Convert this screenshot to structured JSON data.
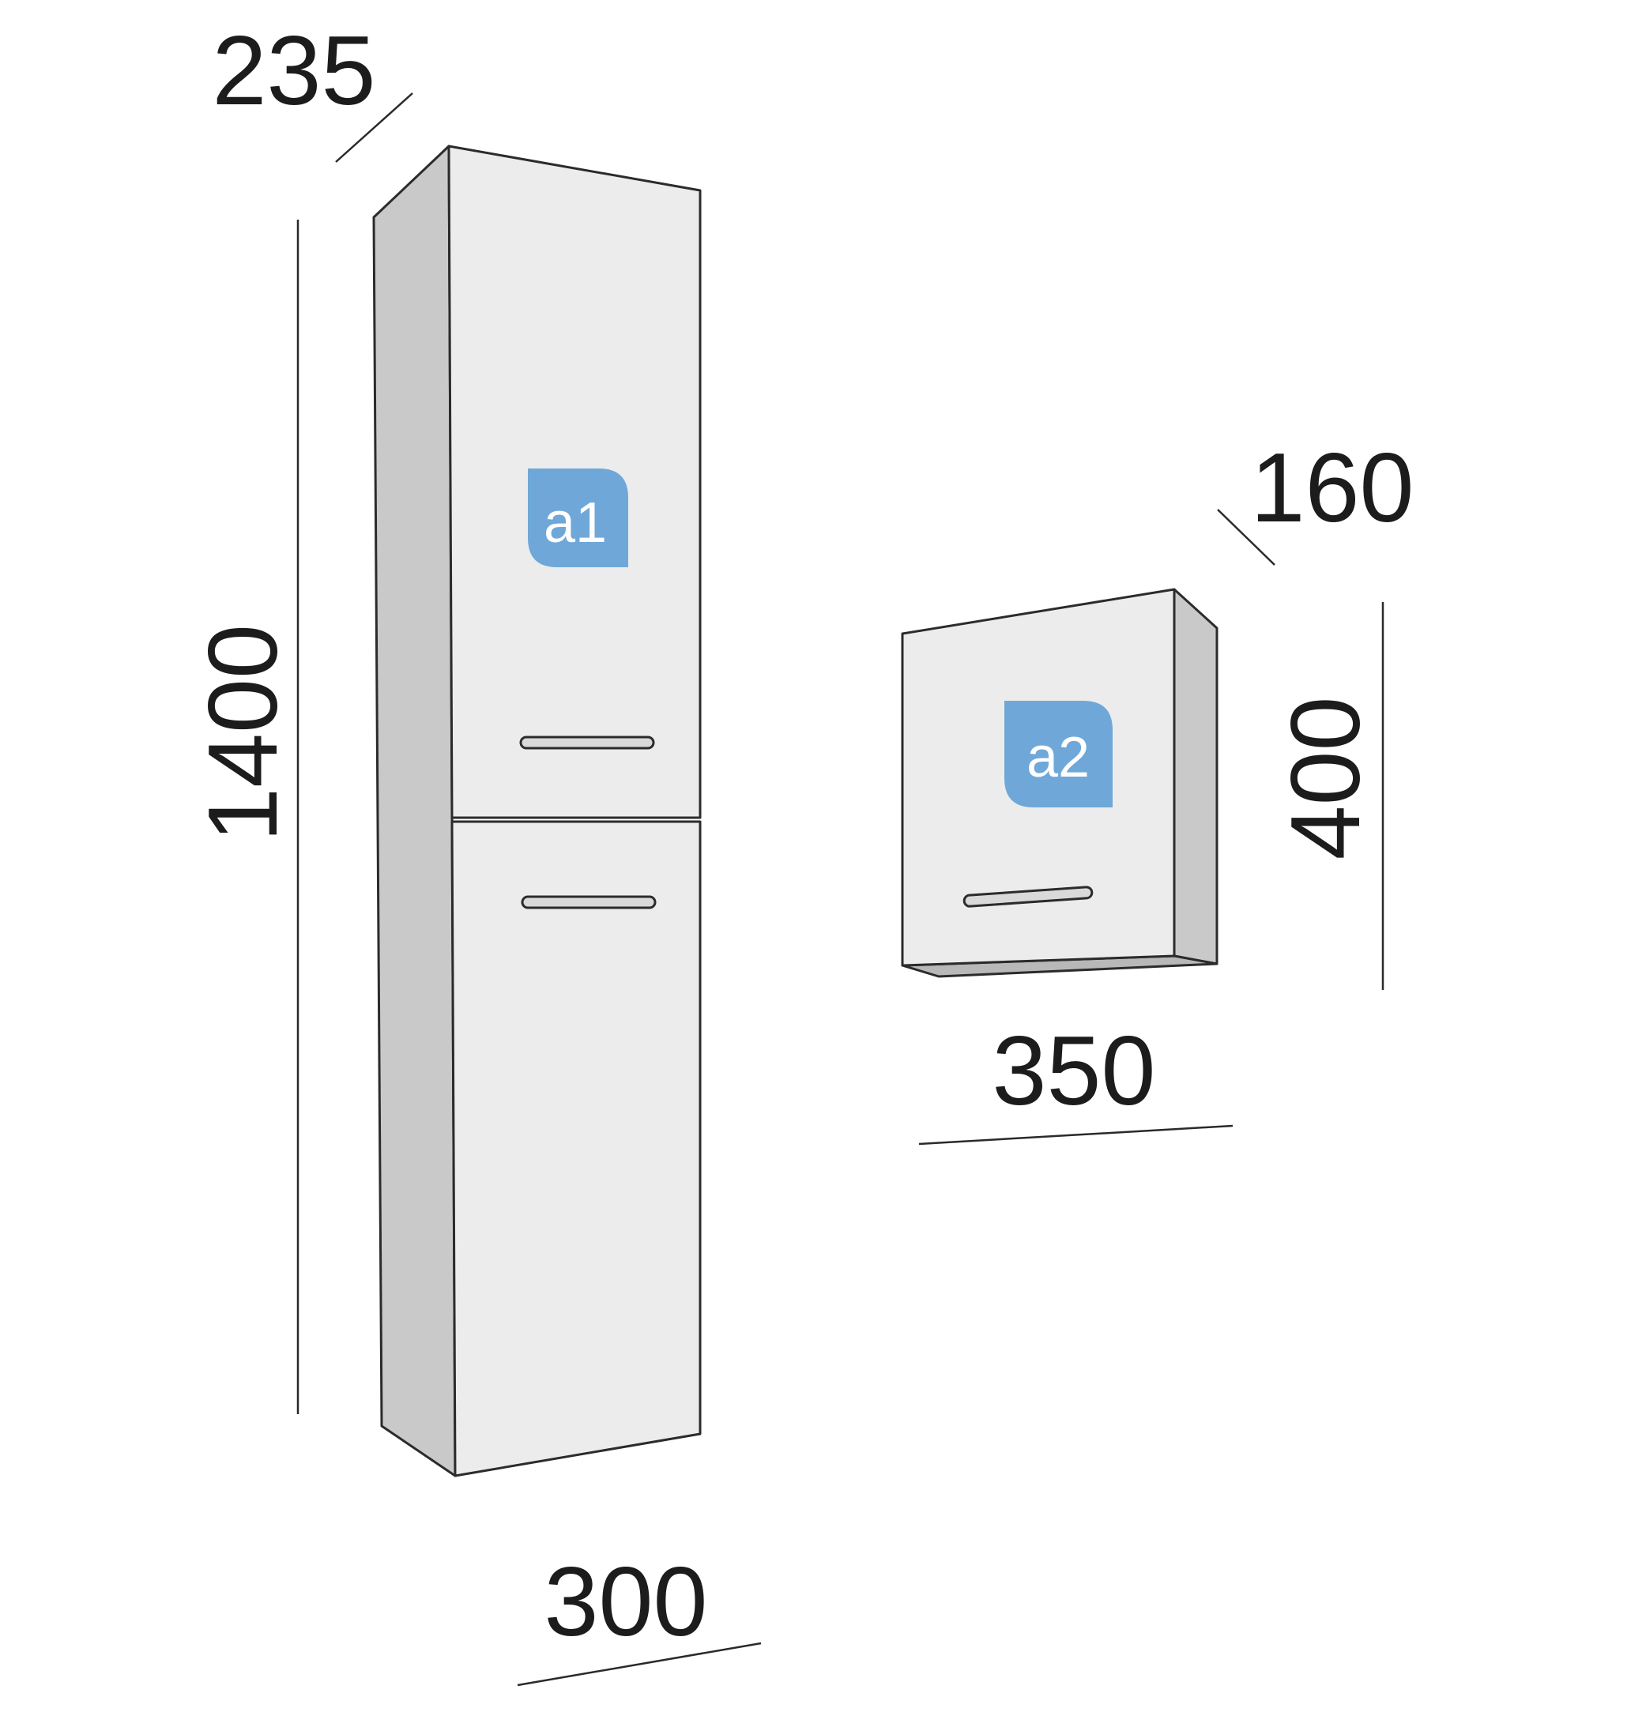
{
  "tall_cabinet": {
    "label": "a1",
    "depth": "235",
    "height": "1400",
    "width": "300"
  },
  "wall_cabinet": {
    "label": "a2",
    "depth": "160",
    "height": "400",
    "width": "350"
  },
  "colors": {
    "badge": "#6fa8d8",
    "door_face": "#ececec",
    "side_panel": "#c9c9ca",
    "outline": "#2b2b2b"
  }
}
